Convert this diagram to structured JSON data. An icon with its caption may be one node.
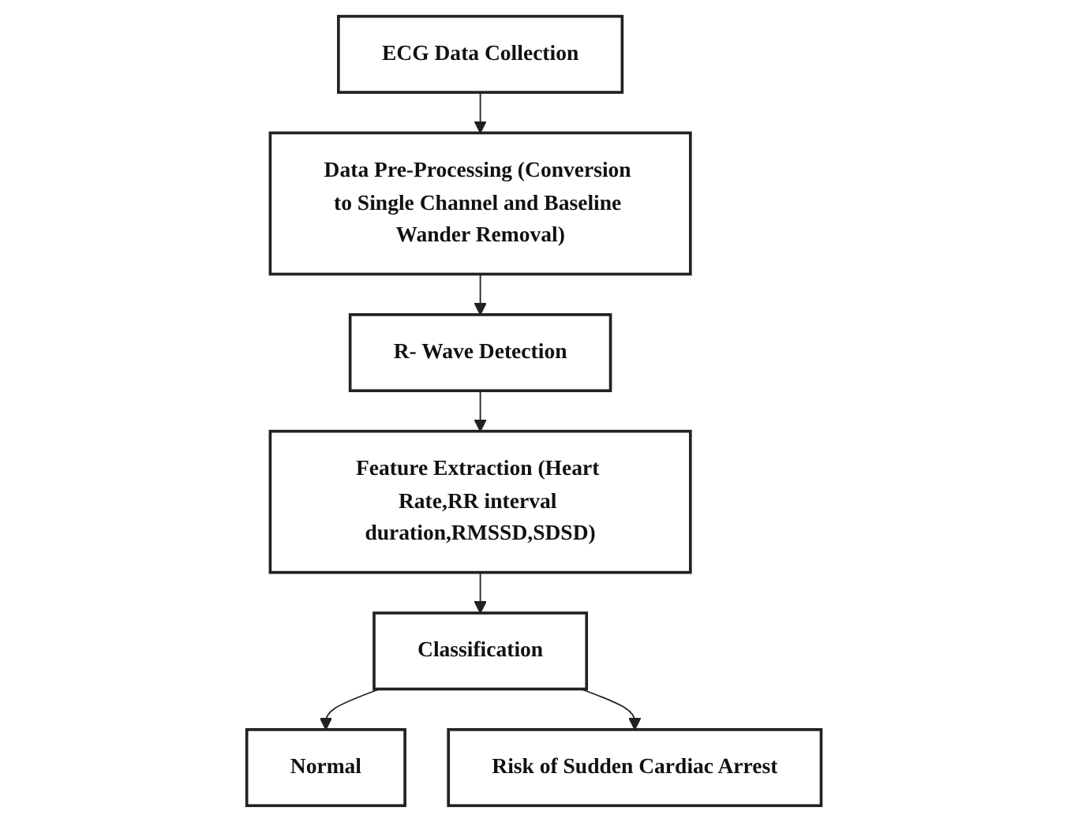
{
  "diagram": {
    "nodes": [
      {
        "text": [
          "ECG Data Collection"
        ]
      },
      {
        "text": [
          "Data Pre-Processing (Conversion to Single Channel and Baseline Wander Removal)"
        ]
      },
      {
        "text": [
          "R- Wave Detection"
        ]
      },
      {
        "text": [
          "Feature Extraction (Heart Rate,RR interval duration,RMSSD,SDSD)"
        ]
      },
      {
        "text": [
          "Classification"
        ]
      },
      {
        "text": [
          "Normal"
        ]
      },
      {
        "text": [
          "Risk of Sudden Cardiac Arrest"
        ]
      }
    ],
    "edges": [
      {
        "from": 0,
        "to": 1,
        "arrow": "to"
      },
      {
        "from": 1,
        "to": 2,
        "arrow": "to"
      },
      {
        "from": 2,
        "to": 3,
        "arrow": "to"
      },
      {
        "from": 3,
        "to": 4,
        "arrow": "to"
      },
      {
        "from": 4,
        "to": 5,
        "arrow": "to"
      },
      {
        "from": 4,
        "to": 6,
        "arrow": "to"
      }
    ]
  }
}
